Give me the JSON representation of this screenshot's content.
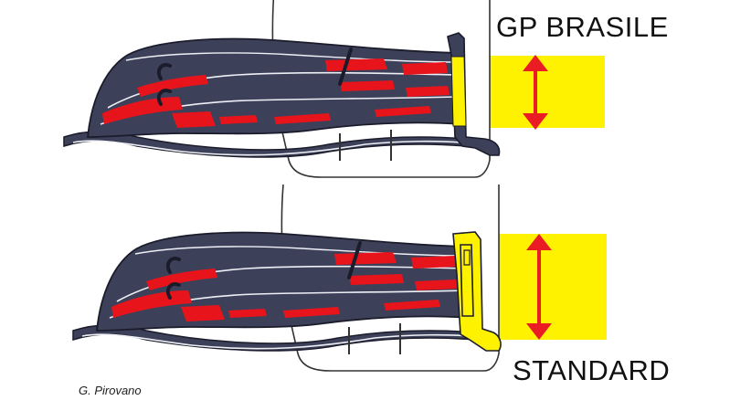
{
  "labels": {
    "top_variant": "GP BRASILE",
    "bottom_variant": "STANDARD",
    "credit": "G. Pirovano"
  },
  "colors": {
    "wing_body": "#3d4059",
    "wing_edge": "#1b1c2b",
    "wing_highlight": "#eef0f6",
    "element_red": "#e8141b",
    "endplate_band": "#fff200",
    "arrow": "#ea1c24",
    "outline": "#333333"
  },
  "icons": {
    "height_indicator": "double-arrow-vertical-icon"
  }
}
